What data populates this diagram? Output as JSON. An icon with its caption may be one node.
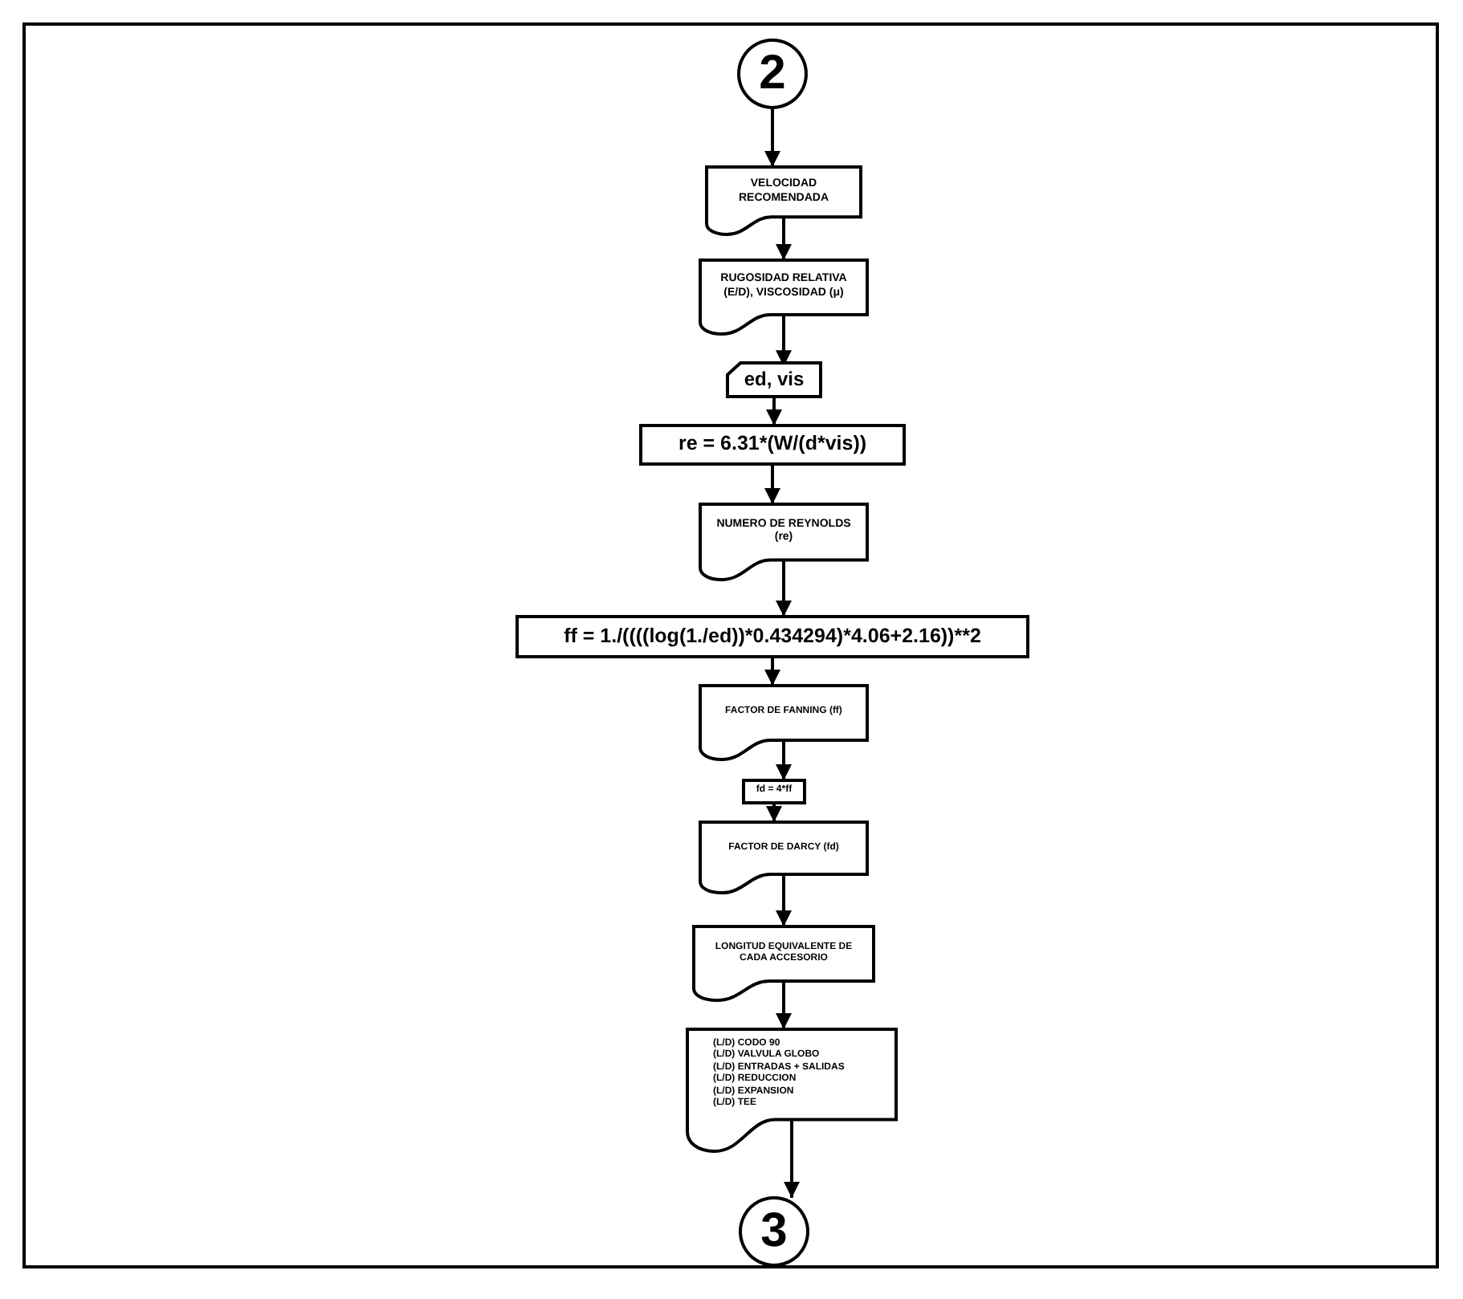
{
  "diagram": {
    "nodes": [
      {
        "text": [
          "2"
        ]
      },
      {
        "text": [
          "VELOCIDAD RECOMENDADA"
        ]
      },
      {
        "text": [
          "RUGOSIDAD RELATIVA (E/D), VISCOSIDAD (μ)"
        ]
      },
      {
        "text": [
          "ed, vis"
        ]
      },
      {
        "text": [
          "re = 6.31*(W/(d*vis))"
        ]
      },
      {
        "text": [
          "NUMERO DE REYNOLDS (re)"
        ]
      },
      {
        "text": [
          "ff = 1./((((log(1./ed))*0.434294)*4.06+2.16))**2"
        ]
      },
      {
        "text": [
          "FACTOR DE FANNING (ff)"
        ]
      },
      {
        "text": [
          "fd = 4*ff"
        ]
      },
      {
        "text": [
          "FACTOR DE DARCY (fd)"
        ]
      },
      {
        "text": [
          "LONGITUD EQUIVALENTE DE CADA ACCESORIO"
        ]
      },
      {
        "text": [
          "(L/D) CODO 90",
          "(L/D) VALVULA GLOBO",
          "(L/D) ENTRADAS + SALIDAS",
          "(L/D) REDUCCION",
          "(L/D) EXPANSION",
          "(L/D) TEE"
        ]
      },
      {
        "text": [
          "3"
        ]
      }
    ],
    "edges": [
      {
        "from": 0,
        "to": 1,
        "arrow": "to"
      },
      {
        "from": 1,
        "to": 2,
        "arrow": "to"
      },
      {
        "from": 2,
        "to": 3,
        "arrow": "to"
      },
      {
        "from": 3,
        "to": 4,
        "arrow": "to"
      },
      {
        "from": 4,
        "to": 5,
        "arrow": "to"
      },
      {
        "from": 5,
        "to": 6,
        "arrow": "to"
      },
      {
        "from": 6,
        "to": 7,
        "arrow": "to"
      },
      {
        "from": 7,
        "to": 8,
        "arrow": "to"
      },
      {
        "from": 8,
        "to": 9,
        "arrow": "to"
      },
      {
        "from": 9,
        "to": 10,
        "arrow": "to"
      },
      {
        "from": 10,
        "to": 11,
        "arrow": "to"
      },
      {
        "from": 11,
        "to": 12,
        "arrow": "to"
      }
    ]
  }
}
